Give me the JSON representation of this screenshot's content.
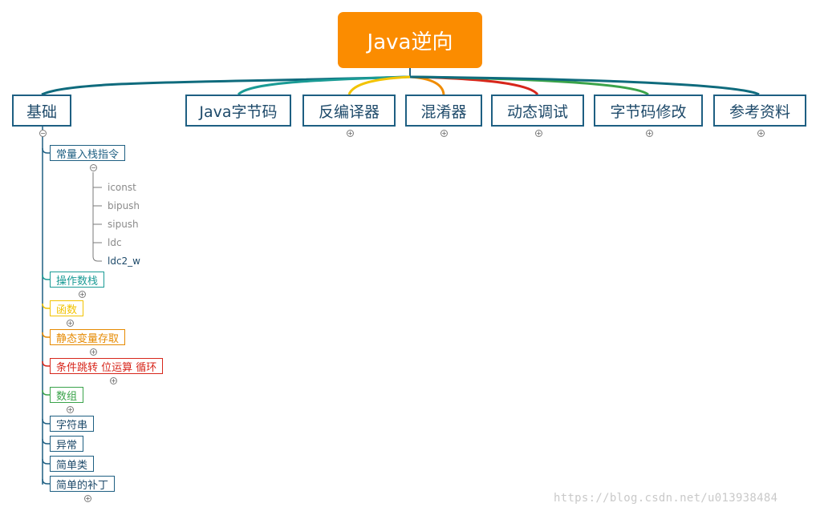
{
  "root": {
    "label": "Java逆向"
  },
  "branches": [
    {
      "label": "基础",
      "color": "#0f6b7d"
    },
    {
      "label": "Java字节码",
      "color": "#1a9b95"
    },
    {
      "label": "反编译器",
      "color": "#f2c300"
    },
    {
      "label": "混淆器",
      "color": "#f08c00"
    },
    {
      "label": "动态调试",
      "color": "#d7261b"
    },
    {
      "label": "字节码修改",
      "color": "#3aa34a"
    },
    {
      "label": "参考资料",
      "color": "#0f6b7d"
    }
  ],
  "basics_children": [
    {
      "label": "常量入栈指令",
      "color": "#1e5f82"
    },
    {
      "label": "操作数栈",
      "color": "#1a9b95"
    },
    {
      "label": "函数",
      "color": "#f2c300"
    },
    {
      "label": "静态变量存取",
      "color": "#e68a00"
    },
    {
      "label": "条件跳转 位运算 循环",
      "color": "#d7261b"
    },
    {
      "label": "数组",
      "color": "#3aa34a"
    },
    {
      "label": "字符串",
      "color": "#1e5f82"
    },
    {
      "label": "异常",
      "color": "#1e5f82"
    },
    {
      "label": "简单类",
      "color": "#1e5f82"
    },
    {
      "label": "简单的补丁",
      "color": "#1e5f82"
    }
  ],
  "const_leaves": [
    "iconst",
    "bipush",
    "sipush",
    "ldc",
    "ldc2_w"
  ],
  "watermark": "https://blog.csdn.net/u013938484"
}
